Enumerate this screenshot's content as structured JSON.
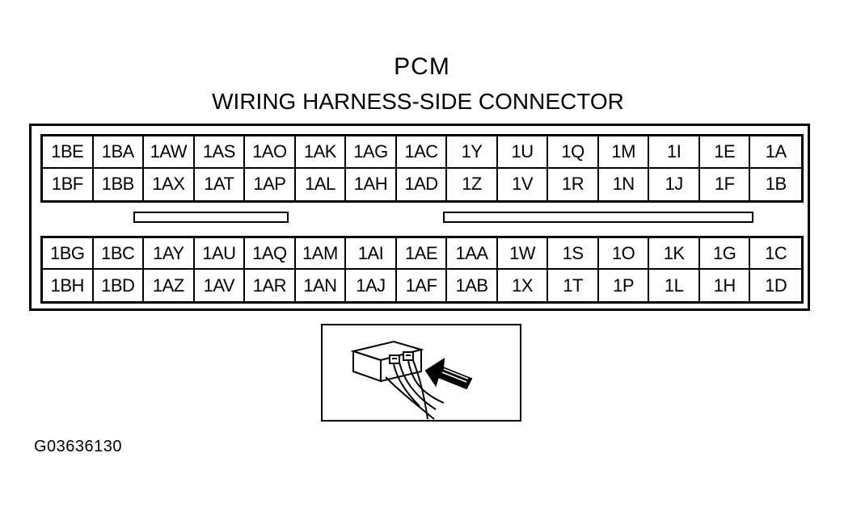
{
  "title": "PCM",
  "subtitle": "WIRING HARNESS-SIDE CONNECTOR",
  "upper_block": {
    "row1": [
      "1BE",
      "1BA",
      "1AW",
      "1AS",
      "1AO",
      "1AK",
      "1AG",
      "1AC",
      "1Y",
      "1U",
      "1Q",
      "1M",
      "1I",
      "1E",
      "1A"
    ],
    "row2": [
      "1BF",
      "1BB",
      "1AX",
      "1AT",
      "1AP",
      "1AL",
      "1AH",
      "1AD",
      "1Z",
      "1V",
      "1R",
      "1N",
      "1J",
      "1F",
      "1B"
    ]
  },
  "lower_block": {
    "row1": [
      "1BG",
      "1BC",
      "1AY",
      "1AU",
      "1AQ",
      "1AM",
      "1AI",
      "1AE",
      "1AA",
      "1W",
      "1S",
      "1O",
      "1K",
      "1G",
      "1C"
    ],
    "row2": [
      "1BH",
      "1BD",
      "1AZ",
      "1AV",
      "1AR",
      "1AN",
      "1AJ",
      "1AF",
      "1AB",
      "1X",
      "1T",
      "1P",
      "1L",
      "1H",
      "1D"
    ]
  },
  "figure_id": "G03636130",
  "inset_icons": [
    "connector-housing-icon",
    "wire-icon",
    "probe-arrow-icon"
  ]
}
